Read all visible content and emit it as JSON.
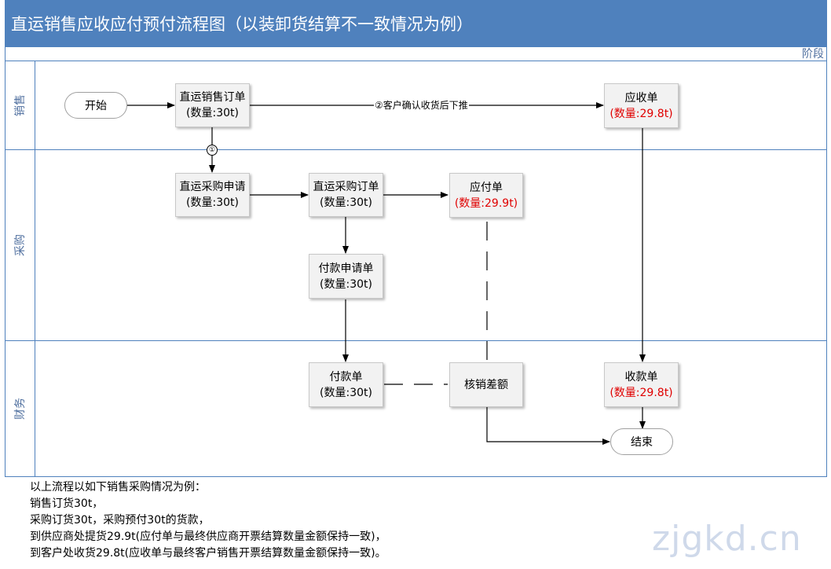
{
  "title": "直运销售应收应付预付流程图（以装卸货结算不一致情况为例）",
  "phase_label": "阶段",
  "lanes": [
    "销售",
    "采购",
    "财务"
  ],
  "nodes": {
    "start": "开始",
    "end": "结束",
    "so": {
      "name": "直运销售订单",
      "qty": "(数量:30t)"
    },
    "ar": {
      "name": "应收单",
      "qty": "(数量:29.8t)"
    },
    "pr": {
      "name": "直运采购申请",
      "qty": "(数量:30t)"
    },
    "po": {
      "name": "直运采购订单",
      "qty": "(数量:30t)"
    },
    "ap": {
      "name": "应付单",
      "qty": "(数量:29.9t)"
    },
    "payreq": {
      "name": "付款申请单",
      "qty": "(数量:30t)"
    },
    "pay": {
      "name": "付款单",
      "qty": "(数量:30t)"
    },
    "writeoff": {
      "name": "核销差额"
    },
    "receipt": {
      "name": "收款单",
      "qty": "(数量:29.8t)"
    }
  },
  "edges": {
    "step1": "①",
    "step2_label": "②客户确认收货后下推"
  },
  "notes": [
    "以上流程以如下销售采购情况为例：",
    "销售订货30t，",
    "采购订货30t，采购预付30t的货款，",
    "到供应商处提货29.9t(应付单与最终供应商开票结算数量金额保持一致)，",
    "到客户处收货29.8t(应收单与最终客户销售开票结算数量金额保持一致)。"
  ],
  "watermark": "zjgkd.cn",
  "colors": {
    "header": "#4f81bd",
    "highlight": "#e00000"
  }
}
